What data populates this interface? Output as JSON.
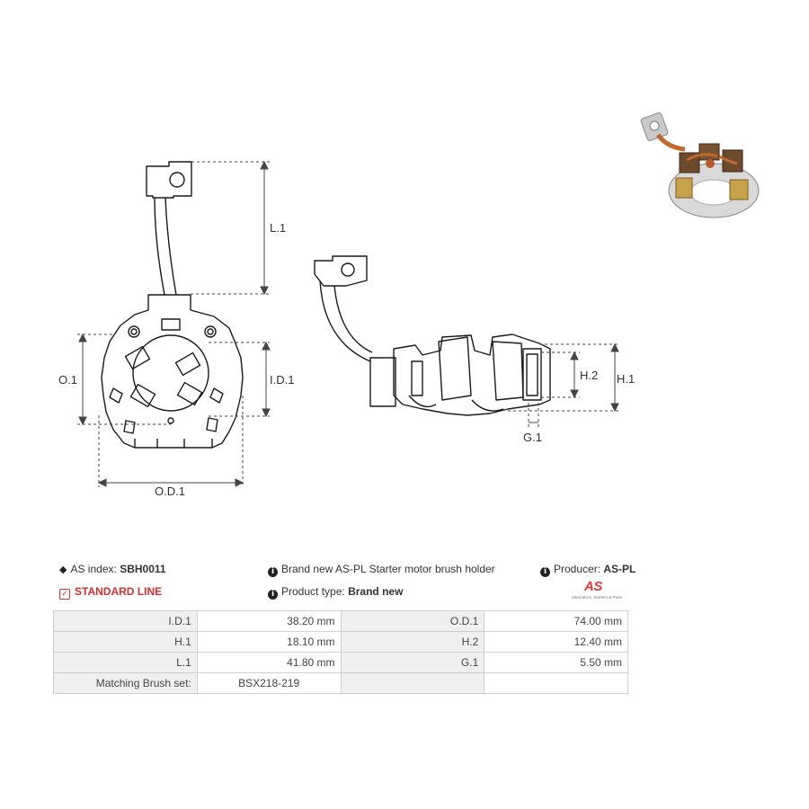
{
  "drawing": {
    "dimensions": {
      "L1": "L.1",
      "O1": "O.1",
      "ID1": "I.D.1",
      "OD1": "O.D.1",
      "H1": "H.1",
      "H2": "H.2",
      "G1": "G.1"
    }
  },
  "info": {
    "as_index_label": "AS index:",
    "as_index_value": "SBH0011",
    "description": "Brand new AS-PL Starter motor brush holder",
    "producer_label": "Producer:",
    "producer_value": "AS-PL",
    "standard_line": "STANDARD LINE",
    "product_type_label": "Product type:",
    "product_type_value": "Brand new",
    "logo_mark": "AS",
    "logo_tagline": "Alternators, Starters & Parts"
  },
  "specs": {
    "rows": [
      {
        "label1": "I.D.1",
        "value1": "38.20 mm",
        "label2": "O.D.1",
        "value2": "74.00 mm"
      },
      {
        "label1": "H.1",
        "value1": "18.10 mm",
        "label2": "H.2",
        "value2": "12.40 mm"
      },
      {
        "label1": "L.1",
        "value1": "41.80 mm",
        "label2": "G.1",
        "value2": "5.50 mm"
      },
      {
        "label1": "Matching Brush set:",
        "value1": "BSX218-219",
        "label2": "",
        "value2": ""
      }
    ]
  },
  "colors": {
    "accent_red": "#d32f2f",
    "table_label_bg": "#efefef",
    "table_border": "#cfcfcf",
    "dimension_line": "#444444"
  }
}
